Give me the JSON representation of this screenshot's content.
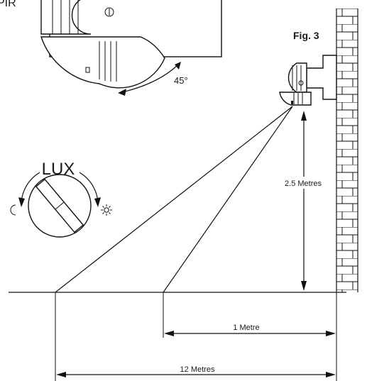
{
  "labels": {
    "pir": "PIR",
    "angle": "45°",
    "figure": "Fig. 3",
    "lux": "LUX",
    "height": "2.5 Metres",
    "range_near": "1 Metre",
    "range_far": "12 Metres"
  },
  "icons": {
    "night": "moon-icon",
    "day": "sun-icon"
  }
}
